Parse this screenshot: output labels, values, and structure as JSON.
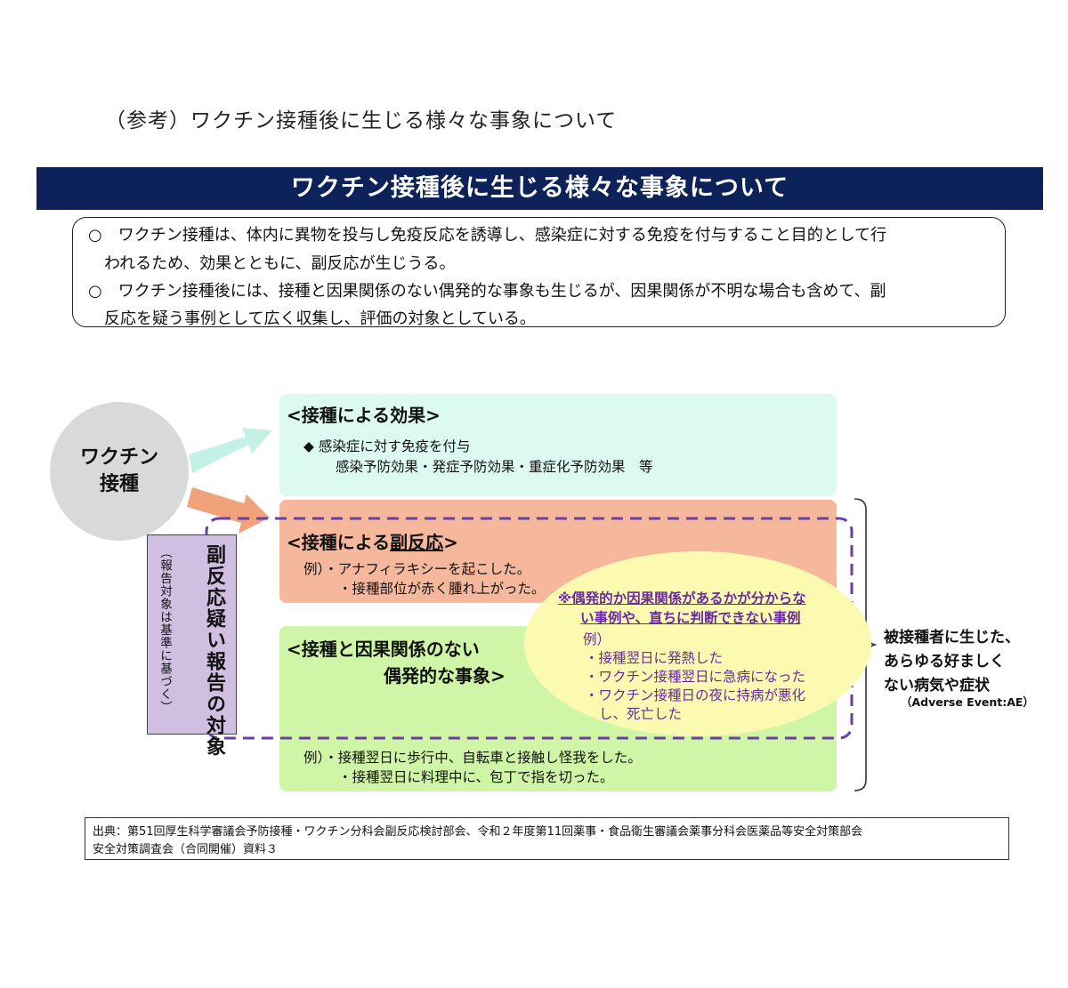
{
  "ref_title": "（参考）ワクチン接種後に生じる様々な事象について",
  "banner_title": "ワクチン接種後に生じる様々な事象について",
  "intro": {
    "line1": "○　ワクチン接種は、体内に異物を投与し免疫反応を誘導し、感染症に対する免疫を付与すること目的として行",
    "line2": "われるため、効果とともに、副反応が生じうる。",
    "line3": "○　ワクチン接種後には、接種と因果関係のない偶発的な事象も生じるが、因果関係が不明な場合も含めて、副",
    "line4": "反応を疑う事例として広く収集し、評価の対象としている。"
  },
  "vaccine": {
    "line1": "ワクチン",
    "line2": "接種"
  },
  "effect": {
    "title": "<接種による効果>",
    "line1": "◆ 感染症に対す免疫を付与",
    "line2": "感染予防効果・発症予防効果・重症化予防効果　等"
  },
  "side_reaction": {
    "title_prefix": "<接種による",
    "title_emph": "副反応",
    "title_suffix": ">",
    "ex1": "例）・アナフィラキシーを起こした。",
    "ex2": "・接種部位が赤く腫れ上がった。"
  },
  "coincidental": {
    "title1": "<接種と因果関係のない",
    "title2": "偶発的な事象>",
    "ex1": "例）・接種翌日に歩行中、自転車と接触し怪我をした。",
    "ex2": "・接種翌日に料理中に、包丁で指を切った。"
  },
  "report": {
    "main": "副反応疑い報告の対象",
    "sub": "（報告対象は基準に基づく）"
  },
  "unclear": {
    "note1": "※偶発的か因果関係があるかが分からな",
    "note2": "い事例や、直ちに判断できない事例",
    "ex_label": "例）",
    "ex1": "・接種翌日に発熱した",
    "ex2": "・ワクチン接種翌日に急病になった",
    "ex3": "・ワクチン接種日の夜に持病が悪化",
    "ex4": "し、死亡した"
  },
  "ae": {
    "line1": "被接種者に生じた、",
    "line2": "あらゆる好ましく",
    "line3": "ない病気や症状",
    "sub": "（Adverse Event:AE）"
  },
  "source": {
    "line1": "出典：第51回厚生科学審議会予防接種・ワクチン分科会副反応検討部会、令和２年度第11回薬事・食品衛生審議会薬事分科会医薬品等安全対策部会",
    "line2": "安全対策調査会（合同開催）資料３"
  },
  "colors": {
    "banner": "#0c2258",
    "effect_box": "#dcfaf2",
    "side_box": "#f5b89c",
    "coincidental_box": "#cff5a6",
    "unclear_ellipse": "#fbfab0",
    "report_box": "#d1bfe2",
    "dashed_border": "#6b3fa0",
    "vaccine_circle": "#d9d9d9"
  }
}
